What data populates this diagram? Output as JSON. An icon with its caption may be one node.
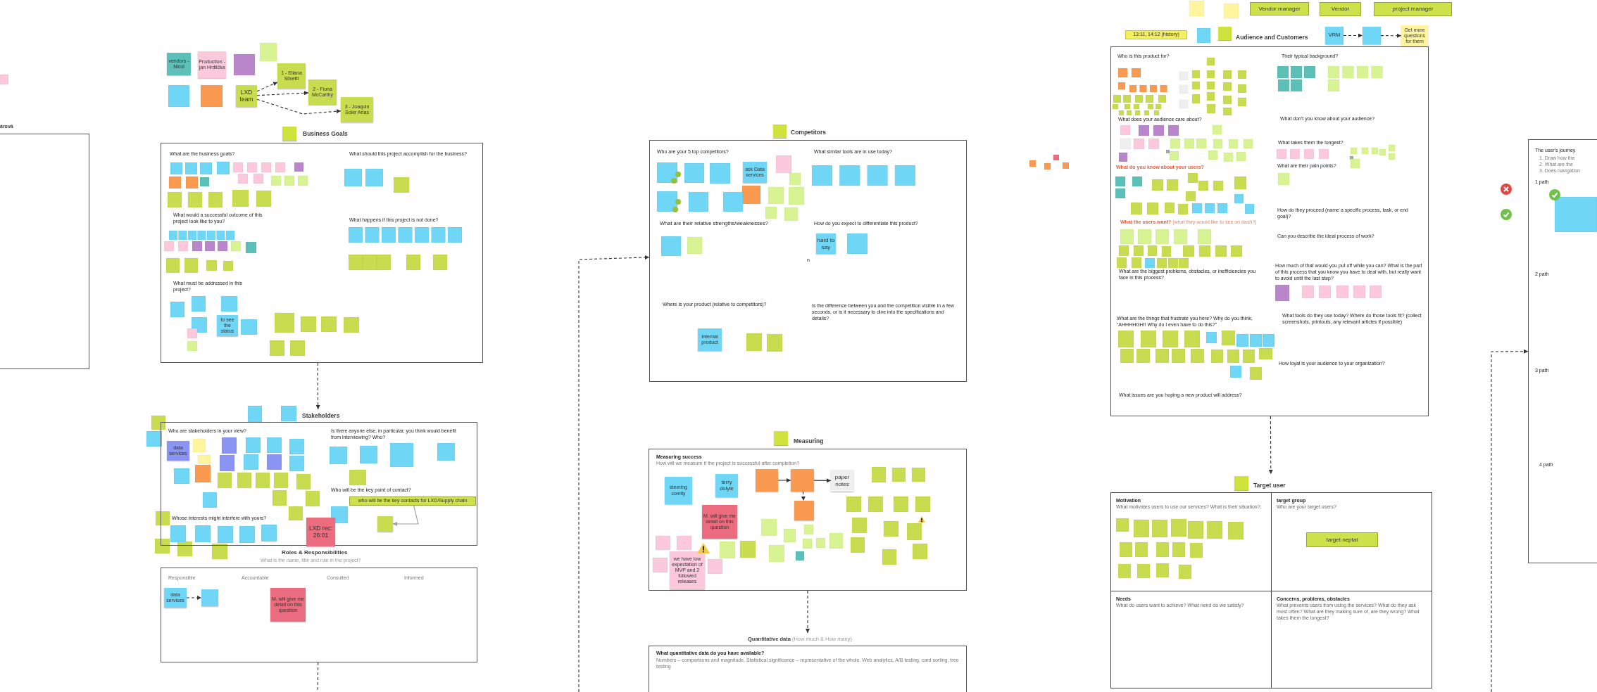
{
  "diagram": {
    "nodes": [
      {
        "text": [
          "árová"
        ]
      },
      {
        "text": [
          "LXD team"
        ]
      },
      {
        "text": [
          "1 - Eliana Silvetti"
        ]
      },
      {
        "text": [
          "2 - Fiona McCarthy"
        ]
      },
      {
        "text": [
          "3 - Joaquin Soler Arias"
        ]
      },
      {
        "text": [
          "Business Goals"
        ]
      },
      {
        "text": [
          "to see the status"
        ],
        "in": 5
      },
      {
        "text": [
          "Stakeholders"
        ]
      },
      {
        "text": [
          "data services"
        ],
        "in": 7
      },
      {
        "text": [
          "who will be the key contacts for LXD/Supply chain"
        ],
        "in": 7
      },
      {
        "text": [],
        "shape": "box",
        "in": 7
      },
      {
        "text": [
          "LXD rec: 26:01"
        ],
        "in": 7
      },
      {
        "text": [
          "Roles & Responsibilities",
          "What is the name, title and role in the project?"
        ]
      },
      {
        "text": [
          "data services"
        ],
        "in": 12
      },
      {
        "text": [],
        "shape": "box",
        "in": 12
      },
      {
        "text": [
          "M. will give me detail on this question"
        ],
        "in": 12
      },
      {
        "text": [
          "Competitors"
        ]
      },
      {
        "text": [
          "ask Data services"
        ],
        "in": 16
      },
      {
        "text": [
          "hard to say"
        ],
        "in": 16
      },
      {
        "text": [
          "internal product"
        ],
        "in": 16
      },
      {
        "text": [
          "Measuring"
        ]
      },
      {
        "text": [
          "steering comity"
        ],
        "in": 20
      },
      {
        "text": [
          "terry dolyle"
        ],
        "in": 20
      },
      {
        "text": [],
        "shape": "box",
        "in": 20
      },
      {
        "text": [],
        "shape": "box",
        "in": 20
      },
      {
        "text": [],
        "shape": "box",
        "in": 20
      },
      {
        "text": [
          "paper notes"
        ],
        "in": 20
      },
      {
        "text": [
          "M. will give me detail on this question"
        ],
        "in": 20
      },
      {
        "text": [
          "we have low expectation of MVP and 2 followed releases"
        ],
        "in": 20
      },
      {
        "text": [
          "**Quantitative data** (How much & How many)"
        ]
      },
      {
        "text": [
          "13:11, 14:12 (history)"
        ]
      },
      {
        "text": [
          "Vendor manager"
        ]
      },
      {
        "text": [
          "Vendor"
        ]
      },
      {
        "text": [
          "project manager"
        ]
      },
      {
        "text": [
          "VRM"
        ]
      },
      {
        "text": [],
        "shape": "box"
      },
      {
        "text": [
          "Get more questions for them"
        ]
      },
      {
        "text": [
          "Audience and Customers"
        ]
      },
      {
        "text": [
          "Target user"
        ]
      },
      {
        "text": [
          "Motivation",
          "What motivates users to use our services? What is their situation?;"
        ],
        "in": 38
      },
      {
        "text": [
          "target group",
          "Who are your target users?"
        ],
        "in": 38
      },
      {
        "text": [
          "target neptat"
        ],
        "in": 40
      },
      {
        "text": [
          "Needs",
          "What do users want to achieve? What need do we satisfy?"
        ],
        "in": 38
      },
      {
        "text": [
          "Concerns, problems, obstacles",
          "What prevents users from using the services? What do they ask most often? What are they making sure of, are they wrong? What takes them the longest?"
        ],
        "in": 38
      },
      {
        "text": [],
        "shape": "box"
      },
      {
        "text": [
          "vendors - Nicol"
        ]
      },
      {
        "text": [
          "Production -jan Hrdlička"
        ]
      }
    ],
    "edges": [
      {
        "from": 1,
        "to": 2,
        "arrow": "to",
        "style": "dashed"
      },
      {
        "from": 1,
        "to": 3,
        "arrow": "to",
        "style": "dashed"
      },
      {
        "from": 1,
        "to": 4,
        "arrow": "to",
        "style": "dashed"
      },
      {
        "from": 5,
        "to": 7,
        "arrow": "to",
        "style": "dashed"
      },
      {
        "from": 9,
        "to": 10,
        "arrow": "to",
        "color": "#9e9e9e"
      },
      {
        "from": 13,
        "to": 14,
        "arrow": "to",
        "style": "dashed"
      },
      {
        "from": 12,
        "to": null,
        "arrow": "none",
        "style": "dashed"
      },
      {
        "from": null,
        "to": 16,
        "arrow": "to",
        "style": "dashed"
      },
      {
        "from": 23,
        "to": 24,
        "arrow": "to"
      },
      {
        "from": 24,
        "to": 26,
        "arrow": "to"
      },
      {
        "from": 24,
        "to": 25,
        "arrow": "to",
        "style": "dashed"
      },
      {
        "from": 20,
        "to": 29,
        "arrow": "to",
        "style": "dashed"
      },
      {
        "from": 34,
        "to": 35,
        "arrow": "to",
        "style": "dashed"
      },
      {
        "from": 35,
        "to": 36,
        "arrow": "to",
        "style": "dashed"
      },
      {
        "from": 37,
        "to": 38,
        "arrow": "to",
        "style": "dashed"
      },
      {
        "from": null,
        "to": 44,
        "arrow": "to",
        "style": "dashed"
      }
    ],
    "labels": [
      "What are the business goals?",
      "What should this project accomplish for the business?",
      "What would a successful outcome of this project look like to you?",
      "What happens if this project is not done?",
      "What must be addressed in this project?",
      "Who are stakeholders in your view?",
      "Is there anyone else, in particular, you think would benefit from interviewing? Who?",
      "Who will be the key point of contact?",
      "Whose interests might interfere with yours?",
      "Responsible",
      "Accountable",
      "Consulted",
      "Informed",
      "Who are your 5 top competitors?",
      "What similar tools are in use today?",
      "What are their relative strengths/weaknesses?",
      "How do you expect to differentiate this product?",
      "n",
      "Where is your product (relative to competitors)?",
      "Is the difference between you and the competition visible in a few seconds, or is it necessary to dive into the specifications and details?",
      "Measuring success",
      "How will we measure if the project is successful after completion?",
      "What quantitative data do you have available?",
      "Numbers – comparisons and magnitude. Statistical significance – representative of the whole. Web analytics, A/B testing, card sorting, tree testing",
      "Who is this product for?",
      "Their typical background?",
      "What does your audience care about?",
      "What don't you know about your audience?",
      "What takes them the longest?",
      "What do you know about your users?",
      "What are their pain points?",
      "How do they proceed (name a specific process, task, or end goal)?",
      "**What the users want?** (what they would like to see on dash?)",
      "Can you describe the ideal process of work?",
      "How much of that would you put off while you can? What is the part of this process that you know you have to deal with, but really want to avoid until the last step?",
      "What are the biggest problems, obstacles, or inefficiencies you face in this process?",
      "What are the things that frustrate you here? Why do you think, “AHHHHGH!! Why do I even have to do this?”",
      "What tools do they use today? Where do those tools fit? (collect screenshots, printouts, any relevant articles if possible)",
      "How loyal is your audience to your organization?",
      "What issues are you hoping a new product will address?",
      "The user's journey",
      "1. Draw how the",
      "2. What are the",
      "3. Does navigation",
      "1 path",
      "2 path",
      "3 path",
      "4 path"
    ]
  }
}
